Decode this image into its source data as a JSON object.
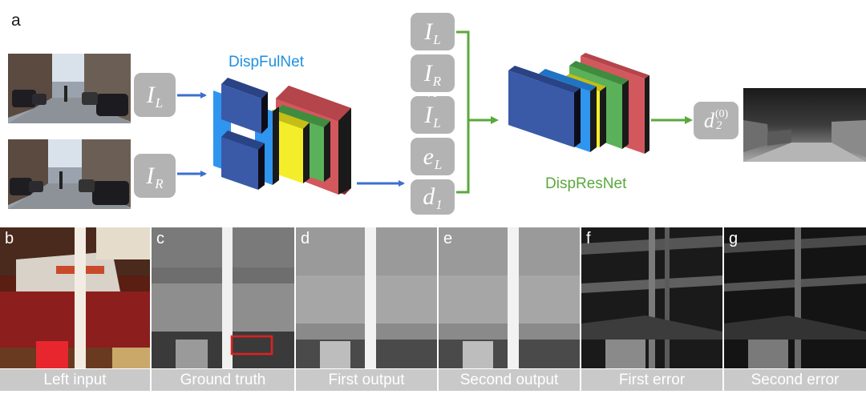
{
  "panel_labels": {
    "a": "a",
    "b": "b",
    "c": "c",
    "d": "d",
    "e": "e",
    "f": "f",
    "g": "g"
  },
  "inputs": {
    "left": {
      "var": "I",
      "sub": "L"
    },
    "right": {
      "var": "I",
      "sub": "R"
    }
  },
  "disp_ful_net": {
    "label": "DispFulNet",
    "color": "#1f8fe0"
  },
  "disp_res_net": {
    "label": "DispResNet",
    "color": "#5aa83c"
  },
  "stack": [
    {
      "var": "I",
      "sub": "L",
      "tilde": false
    },
    {
      "var": "I",
      "sub": "R",
      "tilde": false
    },
    {
      "var": "I",
      "sub": "L",
      "tilde": true
    },
    {
      "var": "e",
      "sub": "L",
      "tilde": false
    },
    {
      "var": "d",
      "sub": "1",
      "tilde": false
    }
  ],
  "output": {
    "var": "d",
    "sub": "2",
    "sup": "(0)"
  },
  "bottom_strip": [
    {
      "letter": "b",
      "label": "Left input"
    },
    {
      "letter": "c",
      "label": "Ground truth"
    },
    {
      "letter": "d",
      "label": "First output"
    },
    {
      "letter": "e",
      "label": "Second output"
    },
    {
      "letter": "f",
      "label": "First error"
    },
    {
      "letter": "g",
      "label": "Second error"
    }
  ],
  "colors": {
    "blue_arrow": "#3b6fd1",
    "green_arrow": "#5aa83c",
    "layer_navy": "#3a5aa8",
    "layer_blue": "#2f95ef",
    "layer_yellow": "#f4ee2a",
    "layer_green": "#5bb05a",
    "layer_red": "#d2585e",
    "tile_grey": "#b3b3b3",
    "highlight_box": "#e02020"
  }
}
